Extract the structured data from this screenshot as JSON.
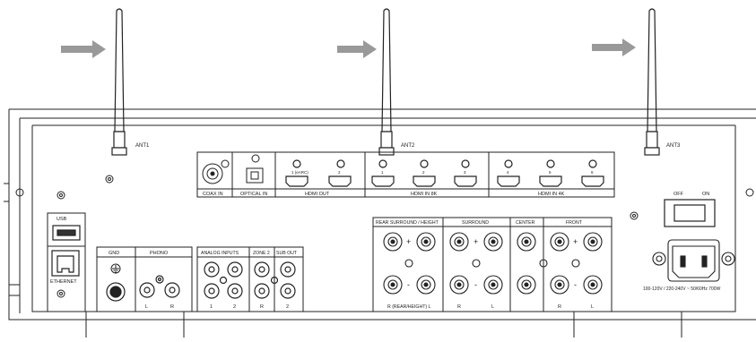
{
  "antennas": {
    "ant1": "ANT1",
    "ant2": "ANT2",
    "ant3": "ANT3"
  },
  "ports": {
    "coax_in": "COAX IN",
    "optical_in": "OPTICAL IN",
    "hdmi_out": "HDMI OUT",
    "hdmi_out_1": "1 (eARC)",
    "hdmi_out_2": "2",
    "hdmi_in_8k": "HDMI IN 8K",
    "hdmi_in_4k": "HDMI IN 4K",
    "hdmi_in_labels": [
      "1",
      "2",
      "3",
      "4",
      "5",
      "6"
    ],
    "usb": "USB",
    "ethernet": "ETHERNET",
    "gnd": "GND",
    "phono": "PHONO",
    "phono_l": "L",
    "phono_r": "R",
    "analog_inputs": "ANALOG INPUTS",
    "analog_1": "1",
    "analog_2": "2",
    "zone2": "ZONE 2",
    "zone2_r": "R",
    "sub_out": "SUB OUT",
    "sub_2": "2",
    "rear_surround": "REAR SURROUND / HEIGHT",
    "rear_bottom": "R (REAR/HEIGHT) L",
    "surround": "SURROUND",
    "surround_r": "R",
    "surround_l": "L",
    "center": "CENTER",
    "front": "FRONT",
    "front_r": "R",
    "front_l": "L",
    "power_off": "OFF",
    "power_on": "ON",
    "power_rating": "100-120V / 220-240V ~ 50/60Hz 700W"
  }
}
